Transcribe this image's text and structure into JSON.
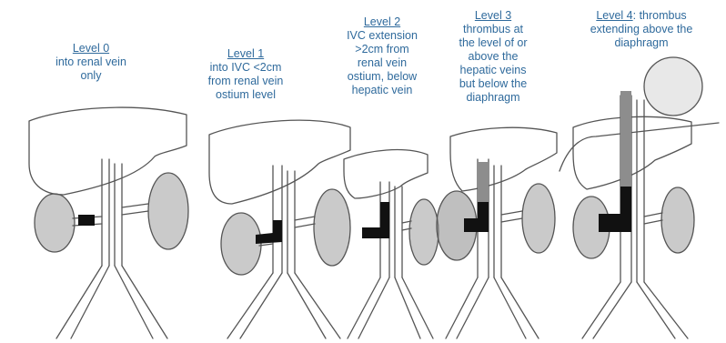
{
  "levels": [
    {
      "title": "Level 0",
      "desc": [
        "into renal vein",
        "only"
      ]
    },
    {
      "title": "Level 1",
      "desc": [
        "into IVC <2cm",
        "from renal vein",
        "ostium level"
      ]
    },
    {
      "title": "Level 2",
      "desc": [
        "IVC extension",
        ">2cm from",
        "renal vein",
        "ostium, below",
        "hepatic vein"
      ]
    },
    {
      "title": "Level 3",
      "desc": [
        "thrombus at",
        "the level of or",
        "above the",
        "hepatic veins",
        "but below the",
        "diaphragm"
      ]
    },
    {
      "title": "Level 4",
      "title_suffix": ": thrombus",
      "desc": [
        "extending above the",
        "diaphragm"
      ]
    }
  ],
  "colors": {
    "label": "#2f6a9c",
    "stroke": "#555555",
    "kidney": "#8a8a8a",
    "thrombus": "#111111",
    "thrombus_level3": "#8d8d8d"
  }
}
